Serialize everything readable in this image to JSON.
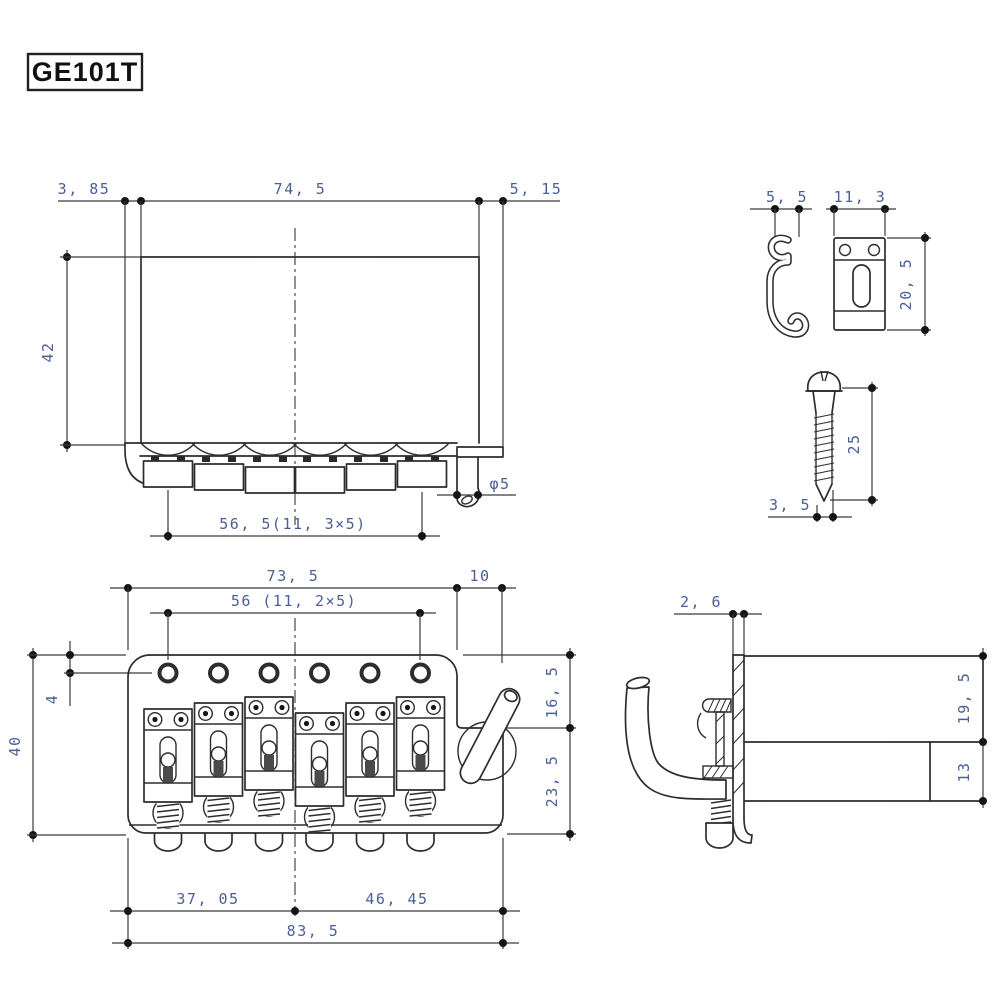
{
  "part_label": "GE101T",
  "views": {
    "front": {
      "dims": {
        "overhang_left": "3, 85",
        "width": "74, 5",
        "overhang_right": "5, 15",
        "height": "42",
        "saddle_pitch": "56, 5(11, 3×5)",
        "arm_hole": "φ5"
      }
    },
    "clip": {
      "dims": {
        "width": "5, 5"
      }
    },
    "retainer": {
      "dims": {
        "width": "11, 3",
        "height": "20, 5"
      }
    },
    "screw": {
      "dims": {
        "length": "25",
        "diameter": "3, 5"
      }
    },
    "top": {
      "dims": {
        "plate_width": "73, 5",
        "arm_tab": "10",
        "string_pitch": "56 (11, 2×5)",
        "hole_inset": "4",
        "plate_depth": "40",
        "front_depth": "16, 5",
        "rear_depth": "23, 5",
        "left_half": "37, 05",
        "right_half": "46, 45",
        "total_width": "83, 5"
      }
    },
    "side": {
      "dims": {
        "plate_thickness": "2, 6",
        "block_upper": "19, 5",
        "block_lower": "13"
      }
    }
  }
}
